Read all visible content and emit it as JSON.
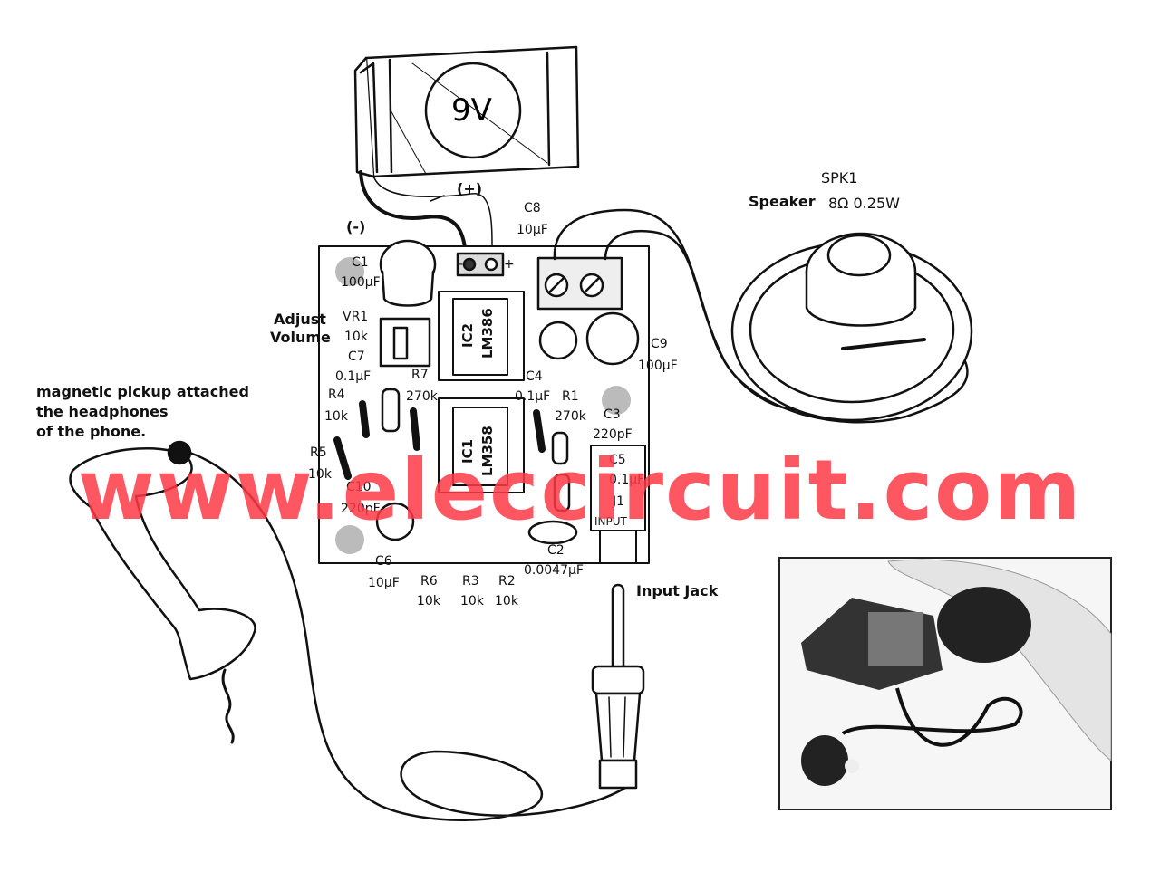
{
  "battery": {
    "label": "9V",
    "plus": "(+)",
    "minus": "(-)"
  },
  "speaker": {
    "ref": "SPK1",
    "desc_bold": "Speaker",
    "desc": "8Ω 0.25W"
  },
  "controls": {
    "adjust_line1": "Adjust",
    "adjust_line2": "Volume"
  },
  "pickup_note": [
    "magnetic pickup attached",
    "the headphones",
    "of the phone."
  ],
  "input_jack": "Input Jack",
  "watermark": "www.eleccircuit.com",
  "components": {
    "c1": "C1",
    "c1v": "100µF",
    "vr1": "VR1",
    "vr1v": "10k",
    "c7": "C7",
    "c7v": "0.1µF",
    "r7": "R7",
    "r7v": "270k",
    "r4": "R4",
    "r4v": "10k",
    "r5": "R5",
    "r5v": "10k",
    "c10": "C10",
    "c10v": "220pF",
    "c6": "C6",
    "c6v": "10µF",
    "r6": "R6",
    "r6v": "10k",
    "r3": "R3",
    "r3v": "10k",
    "r2": "R2",
    "r2v": "10k",
    "c2": "C2",
    "c2v": "0.0047µF",
    "c8": "C8",
    "c8v": "10µF",
    "c4": "C4",
    "c4v": "0.1µF",
    "r1": "R1",
    "r1v": "270k",
    "c3": "C3",
    "c3v": "220pF",
    "c5": "C5",
    "c5v": "0.1µF",
    "j1": "J1",
    "j1v": "INPUT",
    "c9": "C9",
    "c9v": "100µF",
    "ic1": "IC1",
    "ic1p": "LM358",
    "ic2": "IC2",
    "ic2p": "LM386",
    "pad_minus": "-",
    "pad_plus": "+"
  }
}
